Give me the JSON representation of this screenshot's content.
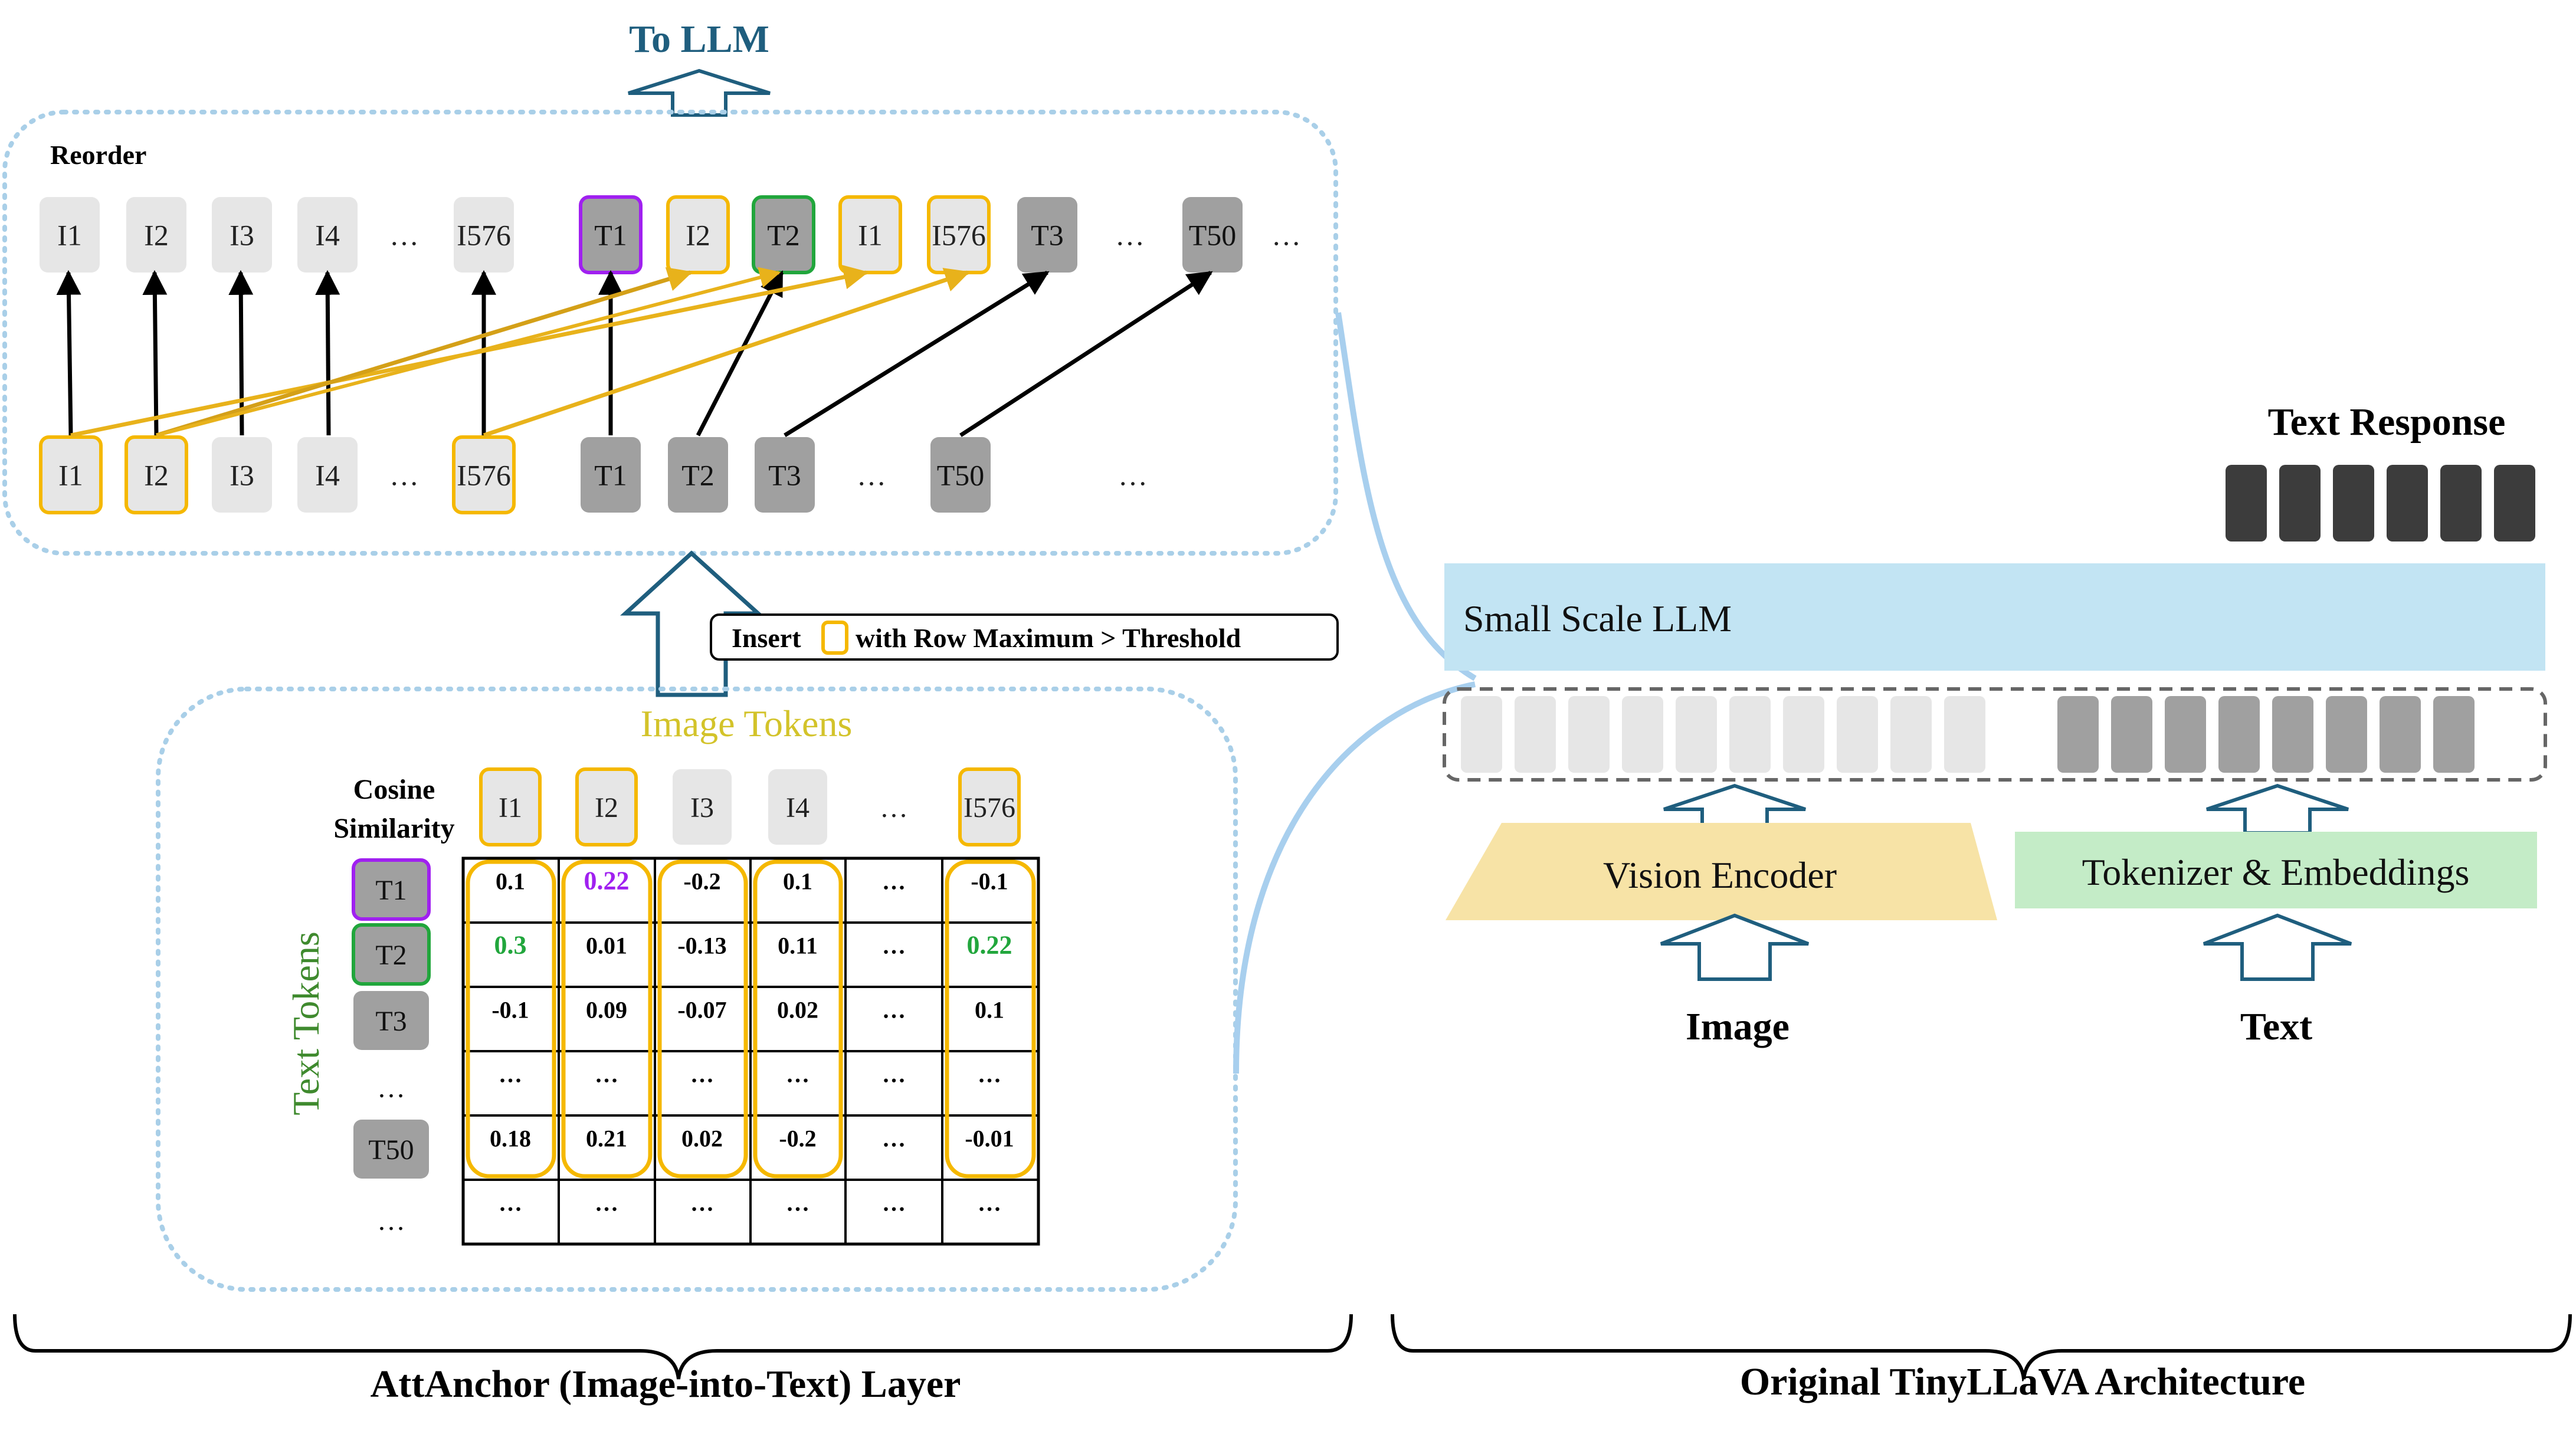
{
  "to_llm": "To LLM",
  "reorder_label": "Reorder",
  "top_row": [
    "I1",
    "I2",
    "I3",
    "I4",
    "…",
    "I576",
    "T1",
    "I2",
    "T2",
    "I1",
    "I576",
    "T3",
    "…",
    "T50",
    "…"
  ],
  "bottom_row": [
    "I1",
    "I2",
    "I3",
    "I4",
    "…",
    "I576",
    "T1",
    "T2",
    "T3",
    "…",
    "T50",
    "…"
  ],
  "insert_label_pre": "Insert",
  "insert_label_post": "with Row Maximum > Threshold",
  "image_tokens_label": "Image Tokens",
  "cosine_label_1": "Cosine",
  "cosine_label_2": "Similarity",
  "text_tokens_label": "Text Tokens",
  "col_headers": [
    "I1",
    "I2",
    "I3",
    "I4",
    "…",
    "I576"
  ],
  "row_headers": [
    "T1",
    "T2",
    "T3",
    "…",
    "T50",
    "…"
  ],
  "matrix": [
    [
      "0.1",
      "0.22",
      "-0.2",
      "0.1",
      "…",
      "-0.1"
    ],
    [
      "0.3",
      "0.01",
      "-0.13",
      "0.11",
      "…",
      "0.22"
    ],
    [
      "-0.1",
      "0.09",
      "-0.07",
      "0.02",
      "…",
      "0.1"
    ],
    [
      "…",
      "…",
      "…",
      "…",
      "…",
      "…"
    ],
    [
      "0.18",
      "0.21",
      "0.02",
      "-0.2",
      "…",
      "-0.01"
    ],
    [
      "…",
      "…",
      "…",
      "…",
      "…",
      "…"
    ]
  ],
  "text_response": "Text Response",
  "small_llm": "Small Scale LLM",
  "vision_encoder": "Vision Encoder",
  "tokenizer": "Tokenizer & Embeddings",
  "image_label": "Image",
  "text_label": "Text",
  "left_caption": "AttAnchor (Image-into-Text) Layer",
  "right_caption": "Original TinyLLaVA Architecture",
  "colors": {
    "arrow_blue": "#1f5e7e",
    "dotted_blue": "#a9cfe8",
    "curve_blue": "#a8cfee",
    "orange": "#f5b800",
    "orange_arrow": "#e8b21b",
    "purple": "#a020f0",
    "green": "#21a63c",
    "light_token": "#e6e6e6",
    "dark_token": "#a0a0a0",
    "llm_blue": "#c2e4f3",
    "vision_yellow": "#f7e3a6",
    "tokenizer_green": "#c4ecc7",
    "response_block": "#3c3c3c",
    "image_tokens_text": "#d3c32a",
    "text_tokens_text": "#3f8a2e"
  }
}
